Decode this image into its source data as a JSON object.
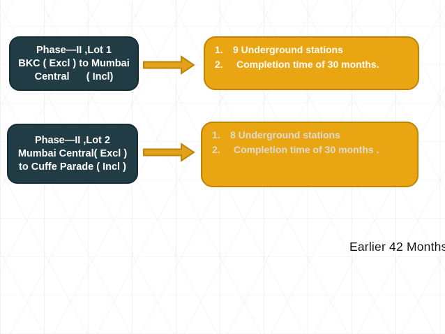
{
  "colors": {
    "teal_box_fill": "#213C45",
    "teal_box_border": "#142C34",
    "orange_box_fill": "#E9A512",
    "orange_box_border": "#BD8408",
    "arrow_fill": "#E3A01B",
    "arrow_outline": "#BC850A",
    "phase_text": "#FDFDFB",
    "note_text": "#161616"
  },
  "rows": [
    {
      "phase": {
        "lines": [
          "Phase—II ,Lot 1",
          "BKC ( Excl ) to Mumbai",
          "Central      ( Incl)"
        ]
      },
      "details": [
        {
          "marker": "1.",
          "text": "9 Underground stations"
        },
        {
          "marker": "2.",
          "text": "Completion time of 30 months."
        }
      ]
    },
    {
      "phase": {
        "lines": [
          "Phase—II ,Lot 2",
          "Mumbai Central( Excl )",
          "to Cuffe Parade ( Incl )"
        ]
      },
      "details": [
        {
          "marker": "1.",
          "text": "8 Underground stations"
        },
        {
          "marker": "2.",
          "text": "Completion time of 30 months ."
        }
      ]
    }
  ],
  "note": "Earlier 42 Months"
}
